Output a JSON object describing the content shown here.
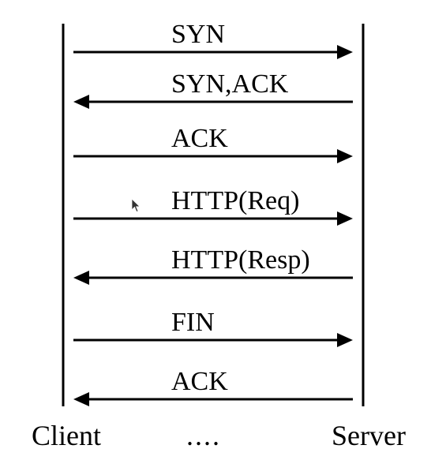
{
  "labels": {
    "client": "Client",
    "server": "Server",
    "ellipsis": "...."
  },
  "messages": [
    {
      "label": "SYN",
      "direction": "to-server"
    },
    {
      "label": "SYN,ACK",
      "direction": "to-client"
    },
    {
      "label": "ACK",
      "direction": "to-server"
    },
    {
      "label": "HTTP(Req)",
      "direction": "to-server"
    },
    {
      "label": "HTTP(Resp)",
      "direction": "to-client"
    },
    {
      "label": "FIN",
      "direction": "to-server"
    },
    {
      "label": "ACK",
      "direction": "to-client"
    }
  ],
  "icons": {
    "cursor": "mouse-pointer-icon"
  },
  "colors": {
    "line": "#000000",
    "background": "#ffffff"
  }
}
